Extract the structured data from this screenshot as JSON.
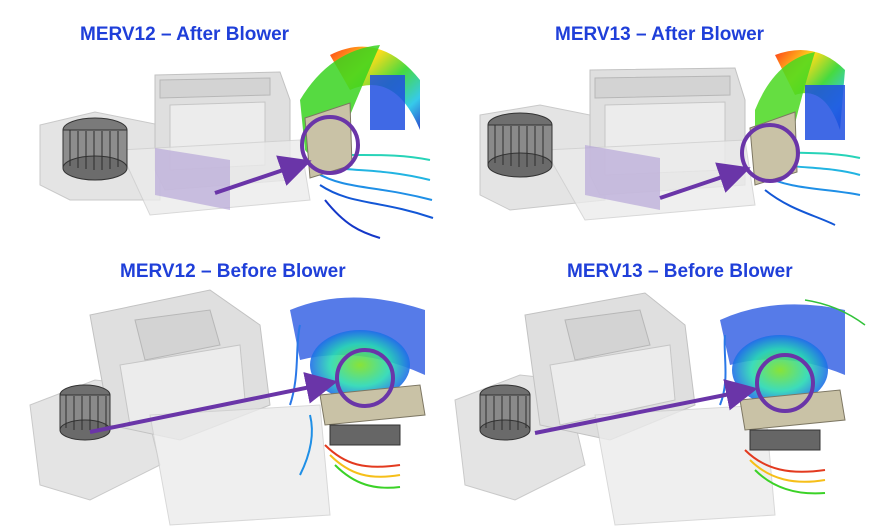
{
  "panels": [
    {
      "title": "MERV12 – After Blower"
    },
    {
      "title": "MERV13 – After Blower"
    },
    {
      "title": "MERV12 – Before Blower"
    },
    {
      "title": "MERV13 – Before Blower"
    }
  ],
  "colors": {
    "title": "#1f3fd9",
    "arrow": "#6a35a8",
    "housing": "#d8d8d8",
    "filter": "#c9c2a6",
    "highlight_plane": "#b8a8d8"
  }
}
